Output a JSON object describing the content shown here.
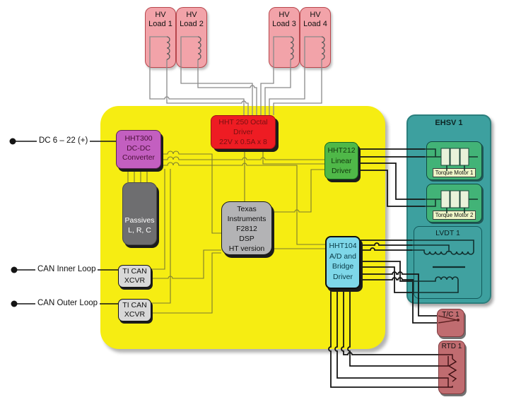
{
  "loads": [
    {
      "label": "HV\nLoad 1"
    },
    {
      "label": "HV\nLoad 2"
    },
    {
      "label": "HV\nLoad 3"
    },
    {
      "label": "HV\nLoad 4"
    }
  ],
  "terminals": {
    "dc": "DC 6 – 22 (+)",
    "can_inner": "CAN Inner Loop",
    "can_outer": "CAN Outer Loop"
  },
  "board": {
    "dcdc": "HHT300\nDC-DC\nConverter",
    "passives": "Passives\nL, R, C",
    "octal_driver": "HHT 250 Octal\nDriver\n22V x 0.5A x 8",
    "dsp": "Texas\nInstruments\nF2812\nDSP\nHT version",
    "linear_driver": "HHT212\nLinear\nDriver",
    "bridge_driver": "HHT104\nA/D and\nBridge\nDriver",
    "can_xcvr_1": "TI CAN\nXCVR",
    "can_xcvr_2": "TI CAN\nXCVR"
  },
  "ehsv": {
    "title": "EHSV 1",
    "torque_motor_1": "Torque Motor 1",
    "torque_motor_2": "Torque Motor 2",
    "lvdt_title": "LVDT 1"
  },
  "sensors": {
    "thermocouple": "T/C 1",
    "rtd": "RTD 1"
  },
  "colors": {
    "board_yellow": "#f6ed12",
    "hv_load_pink": "#f2a3a9",
    "dcdc_purple": "#c35fc0",
    "octal_red": "#ee1c23",
    "passives_gray": "#6e6e70",
    "dsp_gray": "#b3b3b5",
    "linear_green": "#4fb848",
    "bridge_cyan": "#7ed7e9",
    "ehsv_teal": "#3da09f",
    "torque_green": "#42b377",
    "sensor_red": "#c06c70",
    "xcvr_gray": "#d8d8d8",
    "wire_olive": "#7c7c30",
    "wire_black": "#141414",
    "wire_gray": "#8a8a8a"
  }
}
